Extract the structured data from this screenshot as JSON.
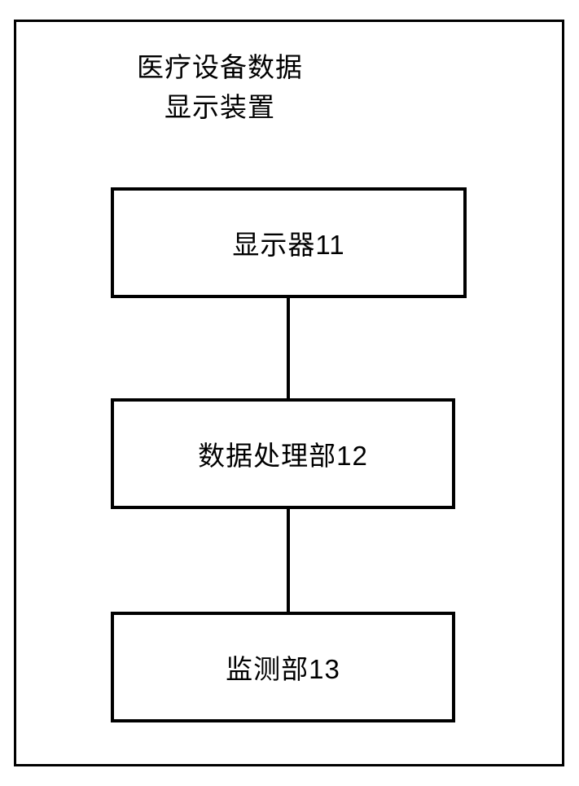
{
  "figure": {
    "title": "医疗设备数据\n显示装置",
    "outer_frame": "figure-border",
    "nodes": [
      {
        "id": "display",
        "label": "显示器11"
      },
      {
        "id": "processor",
        "label": "数据处理部12"
      },
      {
        "id": "monitor",
        "label": "监测部13"
      }
    ],
    "connectors": [
      {
        "from": "display",
        "to": "processor"
      },
      {
        "from": "processor",
        "to": "monitor"
      }
    ],
    "colors": {
      "line": "#000000",
      "background": "#ffffff",
      "text": "#000000"
    }
  }
}
